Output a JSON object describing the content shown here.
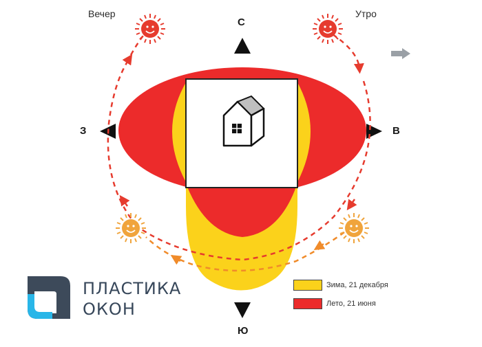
{
  "directions": {
    "north": "С",
    "south": "Ю",
    "east": "В",
    "west": "З"
  },
  "sun_labels": {
    "evening": "Вечер",
    "morning": "Утро"
  },
  "legend": [
    {
      "label": "Зима, 21 декабря",
      "color": "#fbd21b"
    },
    {
      "label": "Лето, 21 июня",
      "color": "#ec2b2b"
    }
  ],
  "brand": {
    "line1": "ПЛАСТИКА",
    "line2": "ОКОН",
    "accent": "#29b6e8",
    "dark": "#3d4a5a"
  },
  "colors": {
    "summer": "#ec2b2b",
    "winter": "#fbd21b",
    "sun": "#e63b2e",
    "sun_orange": "#f0a43c"
  },
  "icons": [
    "house-icon",
    "sun-icon",
    "compass-arrow-icon",
    "next-arrow-icon"
  ]
}
